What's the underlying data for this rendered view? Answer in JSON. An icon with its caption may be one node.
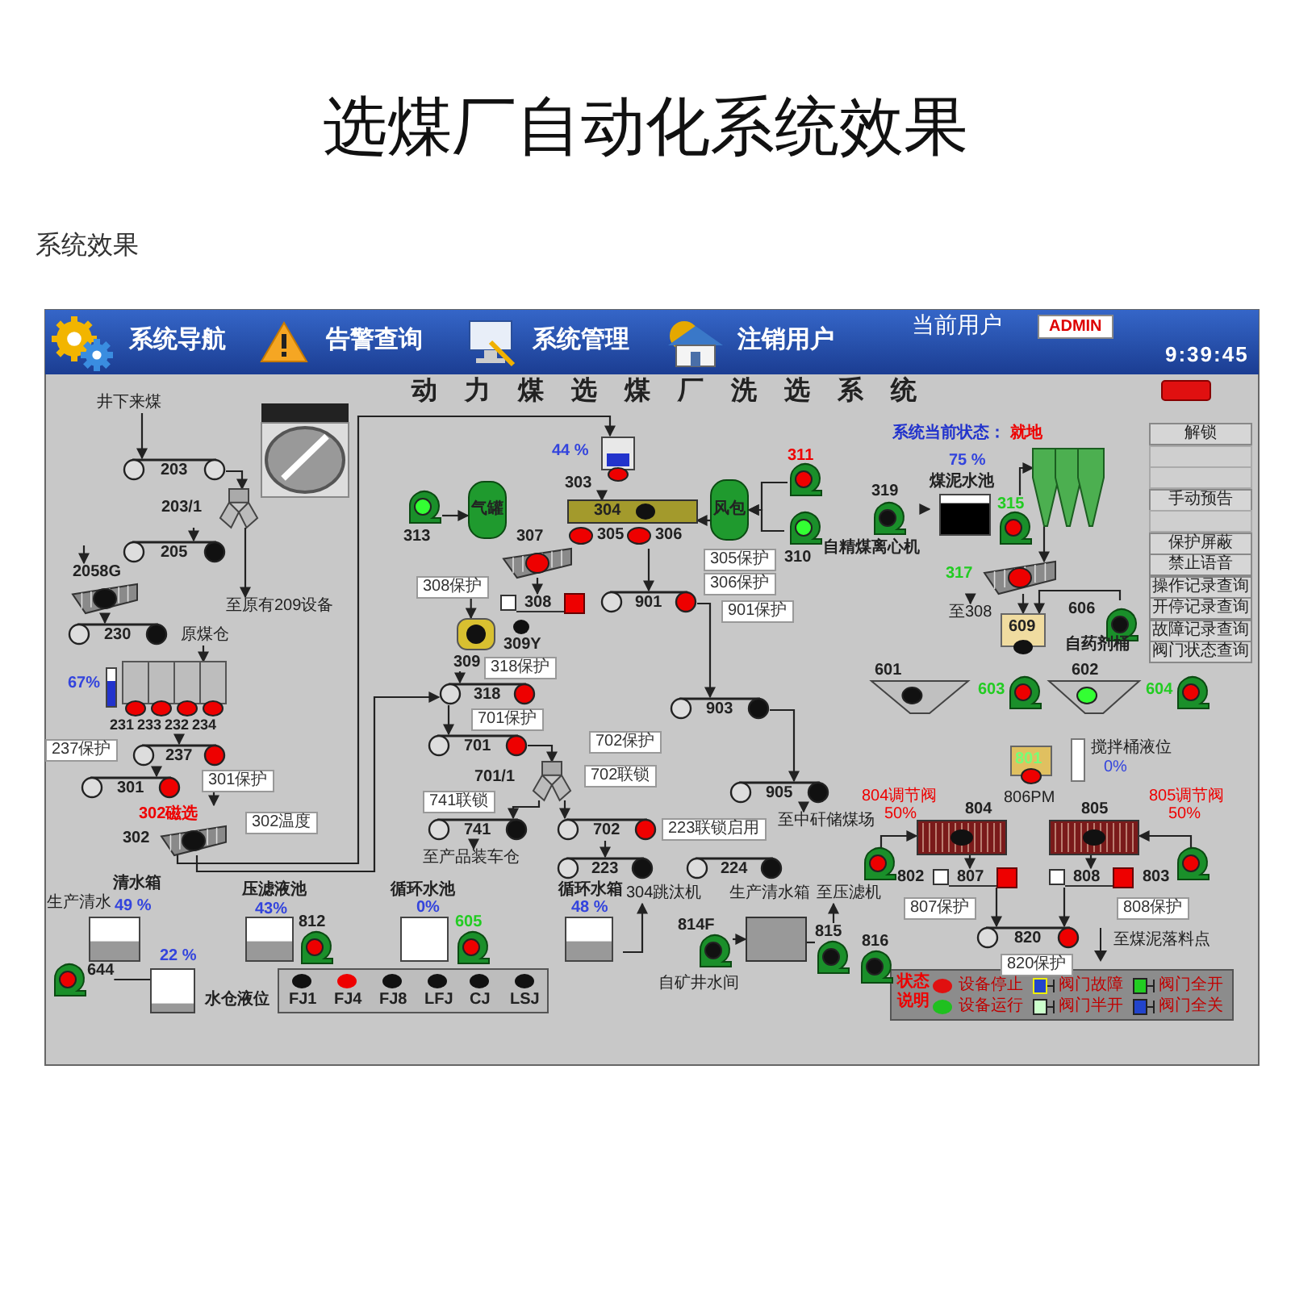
{
  "diagram": {
    "title": "选煤厂自动化系统效果",
    "nodes": [
      {
        "text": [
          "井下来煤"
        ]
      },
      {
        "text": [
          "203"
        ]
      },
      {
        "text": [
          "203/1"
        ]
      },
      {
        "text": [
          "205"
        ]
      },
      {
        "text": [
          "2058G"
        ]
      },
      {
        "text": [
          "230"
        ]
      },
      {
        "text": [
          "至原有209设备"
        ]
      },
      {
        "text": [
          "原煤仓"
        ]
      },
      {
        "text": [
          "231",
          "233",
          "232",
          "234"
        ],
        "beside": [
          "67%"
        ]
      },
      {
        "text": [
          "237保护"
        ]
      },
      {
        "text": [
          "237"
        ]
      },
      {
        "text": [
          "301"
        ]
      },
      {
        "text": [
          "301保护"
        ]
      },
      {
        "text": [
          "302"
        ],
        "beside": [
          "302磁选"
        ]
      },
      {
        "text": [
          "302温度"
        ]
      },
      {
        "text": [
          "303"
        ],
        "beside": [
          "44 %"
        ]
      },
      {
        "text": [
          "313"
        ]
      },
      {
        "text": [
          "气罐"
        ]
      },
      {
        "text": [
          "304",
          "305",
          "306"
        ]
      },
      {
        "text": [
          "风包"
        ]
      },
      {
        "text": [
          "311"
        ]
      },
      {
        "text": [
          "310"
        ]
      },
      {
        "text": [
          "305保护"
        ]
      },
      {
        "text": [
          "306保护"
        ]
      },
      {
        "text": [
          "307"
        ]
      },
      {
        "text": [
          "308保护"
        ]
      },
      {
        "text": [
          "308"
        ]
      },
      {
        "text": [
          "309"
        ]
      },
      {
        "text": [
          "309Y"
        ]
      },
      {
        "text": [
          "901"
        ]
      },
      {
        "text": [
          "901保护"
        ]
      },
      {
        "text": [
          "318保护"
        ]
      },
      {
        "text": [
          "318"
        ]
      },
      {
        "text": [
          "701保护"
        ]
      },
      {
        "text": [
          "701"
        ]
      },
      {
        "text": [
          "702保护"
        ]
      },
      {
        "text": [
          "701/1"
        ]
      },
      {
        "text": [
          "702联锁"
        ]
      },
      {
        "text": [
          "741联锁"
        ]
      },
      {
        "text": [
          "741"
        ]
      },
      {
        "text": [
          "702"
        ]
      },
      {
        "text": [
          "至产品装车仓"
        ]
      },
      {
        "text": [
          "223联锁启用"
        ]
      },
      {
        "text": [
          "223"
        ]
      },
      {
        "text": [
          "224"
        ]
      },
      {
        "text": [
          "903"
        ]
      },
      {
        "text": [
          "905"
        ]
      },
      {
        "text": [
          "至中矸储煤场"
        ]
      },
      {
        "text": [
          "煤泥水池"
        ],
        "beside": [
          "75 %"
        ]
      },
      {
        "text": [
          "319"
        ],
        "beside": [
          "自精煤离心机"
        ]
      },
      {
        "text": [
          "315"
        ]
      },
      {
        "text": [],
        "shape": "picture"
      },
      {
        "text": [
          "317"
        ]
      },
      {
        "text": [
          "至308"
        ]
      },
      {
        "text": [
          "609"
        ]
      },
      {
        "text": [
          "606"
        ],
        "beside": [
          "自药剂桶"
        ]
      },
      {
        "text": [
          "601"
        ]
      },
      {
        "text": [
          "603"
        ]
      },
      {
        "text": [
          "602"
        ]
      },
      {
        "text": [
          "604"
        ]
      },
      {
        "text": [
          "801"
        ]
      },
      {
        "text": [
          "806PM"
        ]
      },
      {
        "text": [
          "804"
        ]
      },
      {
        "text": [
          "805"
        ]
      },
      {
        "text": [
          "802"
        ]
      },
      {
        "text": [
          "803"
        ]
      },
      {
        "text": [
          "807"
        ]
      },
      {
        "text": [
          "808"
        ]
      },
      {
        "text": [
          "807保护"
        ]
      },
      {
        "text": [
          "808保护"
        ]
      },
      {
        "text": [
          "820"
        ]
      },
      {
        "text": [
          "820保护"
        ]
      },
      {
        "text": [
          "至煤泥落料点"
        ]
      },
      {
        "text": [
          "清水箱"
        ],
        "beside": [
          "49 %"
        ]
      },
      {
        "text": [
          "644"
        ]
      },
      {
        "text": [
          "水仓液位"
        ],
        "beside": [
          "22 %"
        ]
      },
      {
        "text": [
          "压滤液池"
        ],
        "beside": [
          "43%"
        ]
      },
      {
        "text": [
          "812"
        ]
      },
      {
        "text": [
          "循环水池"
        ],
        "beside": [
          "0%"
        ]
      },
      {
        "text": [
          "605"
        ]
      },
      {
        "text": [
          "循环水箱"
        ],
        "beside": [
          "48 %"
        ]
      },
      {
        "text": [
          "304跳汰机"
        ]
      },
      {
        "text": [
          "814F"
        ]
      },
      {
        "text": [],
        "shape": "box"
      },
      {
        "text": [
          "815"
        ]
      },
      {
        "text": [
          "816"
        ]
      },
      {
        "text": [
          "至压滤机"
        ]
      },
      {
        "text": [
          "FJ1",
          "FJ4",
          "FJ8",
          "LFJ",
          "CJ",
          "LSJ"
        ]
      },
      {
        "text": [],
        "shape": "picture"
      }
    ],
    "edges": [
      {
        "from": 0,
        "to": 1,
        "arrow": "to"
      },
      {
        "from": 1,
        "to": 2,
        "arrow": "to"
      },
      {
        "from": 2,
        "to": 3,
        "arrow": "to"
      },
      {
        "from": 2,
        "to": 6,
        "arrow": "to"
      },
      {
        "from": null,
        "to": 4,
        "arrow": "to"
      },
      {
        "from": 4,
        "to": 5,
        "arrow": "to"
      },
      {
        "from": 7,
        "to": 8,
        "arrow": "to"
      },
      {
        "from": 8,
        "to": 10,
        "arrow": "to"
      },
      {
        "from": 10,
        "to": 11,
        "arrow": "to"
      },
      {
        "from": 12,
        "to": 13,
        "arrow": "to"
      },
      {
        "from": 13,
        "to": 15,
        "arrow": "to"
      },
      {
        "from": 13,
        "to": 32,
        "arrow": "to"
      },
      {
        "from": 15,
        "to": 18,
        "arrow": "to"
      },
      {
        "from": 19,
        "to": 18,
        "arrow": "to"
      },
      {
        "from": 20,
        "to": 19,
        "arrow": "to"
      },
      {
        "from": 21,
        "to": 19,
        "arrow": "to"
      },
      {
        "from": 16,
        "to": 17,
        "arrow": "to"
      },
      {
        "from": 18,
        "to": 29,
        "arrow": "to"
      },
      {
        "from": 24,
        "to": 26,
        "arrow": "to"
      },
      {
        "from": 25,
        "to": 27,
        "arrow": "to"
      },
      {
        "from": 27,
        "to": 32,
        "arrow": "to"
      },
      {
        "from": 32,
        "to": 34,
        "arrow": "to"
      },
      {
        "from": 34,
        "to": 36,
        "arrow": "to"
      },
      {
        "from": 36,
        "to": 39,
        "arrow": "to"
      },
      {
        "from": 36,
        "to": 40,
        "arrow": "to"
      },
      {
        "from": 39,
        "to": 41,
        "arrow": "to"
      },
      {
        "from": 40,
        "to": 43,
        "arrow": "to"
      },
      {
        "from": 29,
        "to": 45,
        "arrow": "to"
      },
      {
        "from": 45,
        "to": 46,
        "arrow": "to"
      },
      {
        "from": 46,
        "to": 47,
        "arrow": "to"
      },
      {
        "from": 49,
        "to": 48,
        "arrow": "to"
      },
      {
        "from": 50,
        "to": 88,
        "arrow": "to"
      },
      {
        "from": 88,
        "to": 52,
        "arrow": "to"
      },
      {
        "from": 52,
        "to": 53,
        "arrow": "to"
      },
      {
        "from": 52,
        "to": 54,
        "arrow": "to"
      },
      {
        "from": 55,
        "to": 54,
        "arrow": "to"
      },
      {
        "from": 64,
        "to": 62,
        "arrow": "to"
      },
      {
        "from": 65,
        "to": 63,
        "arrow": "to"
      },
      {
        "from": 62,
        "to": 66,
        "arrow": "to"
      },
      {
        "from": 63,
        "to": 67,
        "arrow": "to"
      },
      {
        "from": 66,
        "to": 70,
        "arrow": "to"
      },
      {
        "from": 67,
        "to": 70,
        "arrow": "to"
      },
      {
        "from": 74,
        "to": 75,
        "arrow": "none"
      },
      {
        "from": 80,
        "to": 81,
        "arrow": "to"
      },
      {
        "from": 82,
        "to": 83,
        "arrow": "to"
      },
      {
        "from": 83,
        "to": 84,
        "arrow": "none"
      },
      {
        "from": 84,
        "to": 86,
        "arrow": "to"
      }
    ],
    "labels": [
      "系统效果",
      "系统导航",
      "告警查询",
      "系统管理",
      "注销用户",
      "当前用户",
      "ADMIN",
      "9:39:45",
      "动力煤选煤厂洗选系统",
      "系统当前状态：",
      "就地",
      "解锁",
      "手动预告",
      "保护屏蔽",
      "禁止语音",
      "操作记录查询",
      "开停记录查询",
      "故障记录查询",
      "阀门状态查询",
      "生产清水",
      "生产清水箱",
      "自矿井水间",
      "804调节阀",
      "50%",
      "805调节阀",
      "50%",
      "搅拌桶液位",
      "0%",
      "状态说明"
    ],
    "legend": [
      {
        "text": "设备停止",
        "color": "#e01010"
      },
      {
        "text": "阀门故障"
      },
      {
        "text": "阀门全开"
      },
      {
        "text": "设备运行",
        "color": "#20c020"
      },
      {
        "text": "阀门半开"
      },
      {
        "text": "阀门全关"
      }
    ]
  }
}
